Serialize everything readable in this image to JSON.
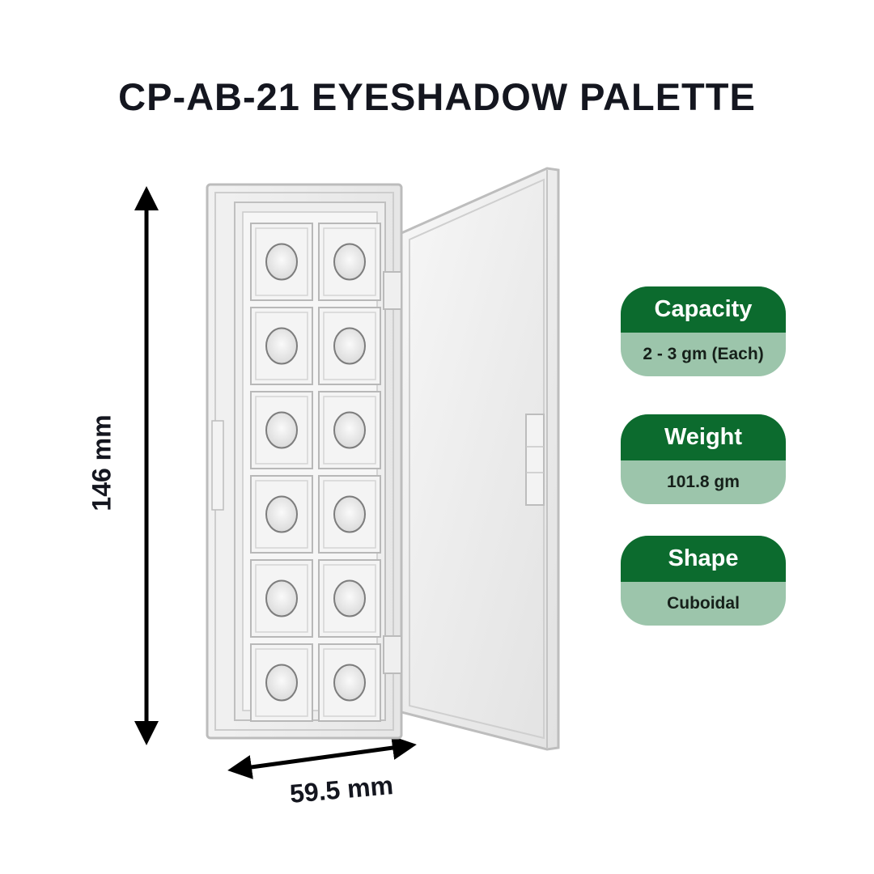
{
  "title": "CP-AB-21 EYESHADOW PALETTE",
  "dimensions": {
    "height_label": "146 mm",
    "width_label": "59.5 mm"
  },
  "specs": [
    {
      "heading": "Capacity",
      "value": "2 - 3 gm (Each)"
    },
    {
      "heading": "Weight",
      "value": "101.8 gm"
    },
    {
      "heading": "Shape",
      "value": "Cuboidal"
    }
  ],
  "colors": {
    "title_text": "#14161f",
    "card_header": "#0c6b2e",
    "card_body": "#9cc5ab",
    "arrow": "#000000"
  },
  "product_image": {
    "description_icon": "clear-acrylic-palette-open",
    "wells_rows": 6,
    "wells_cols": 2
  }
}
